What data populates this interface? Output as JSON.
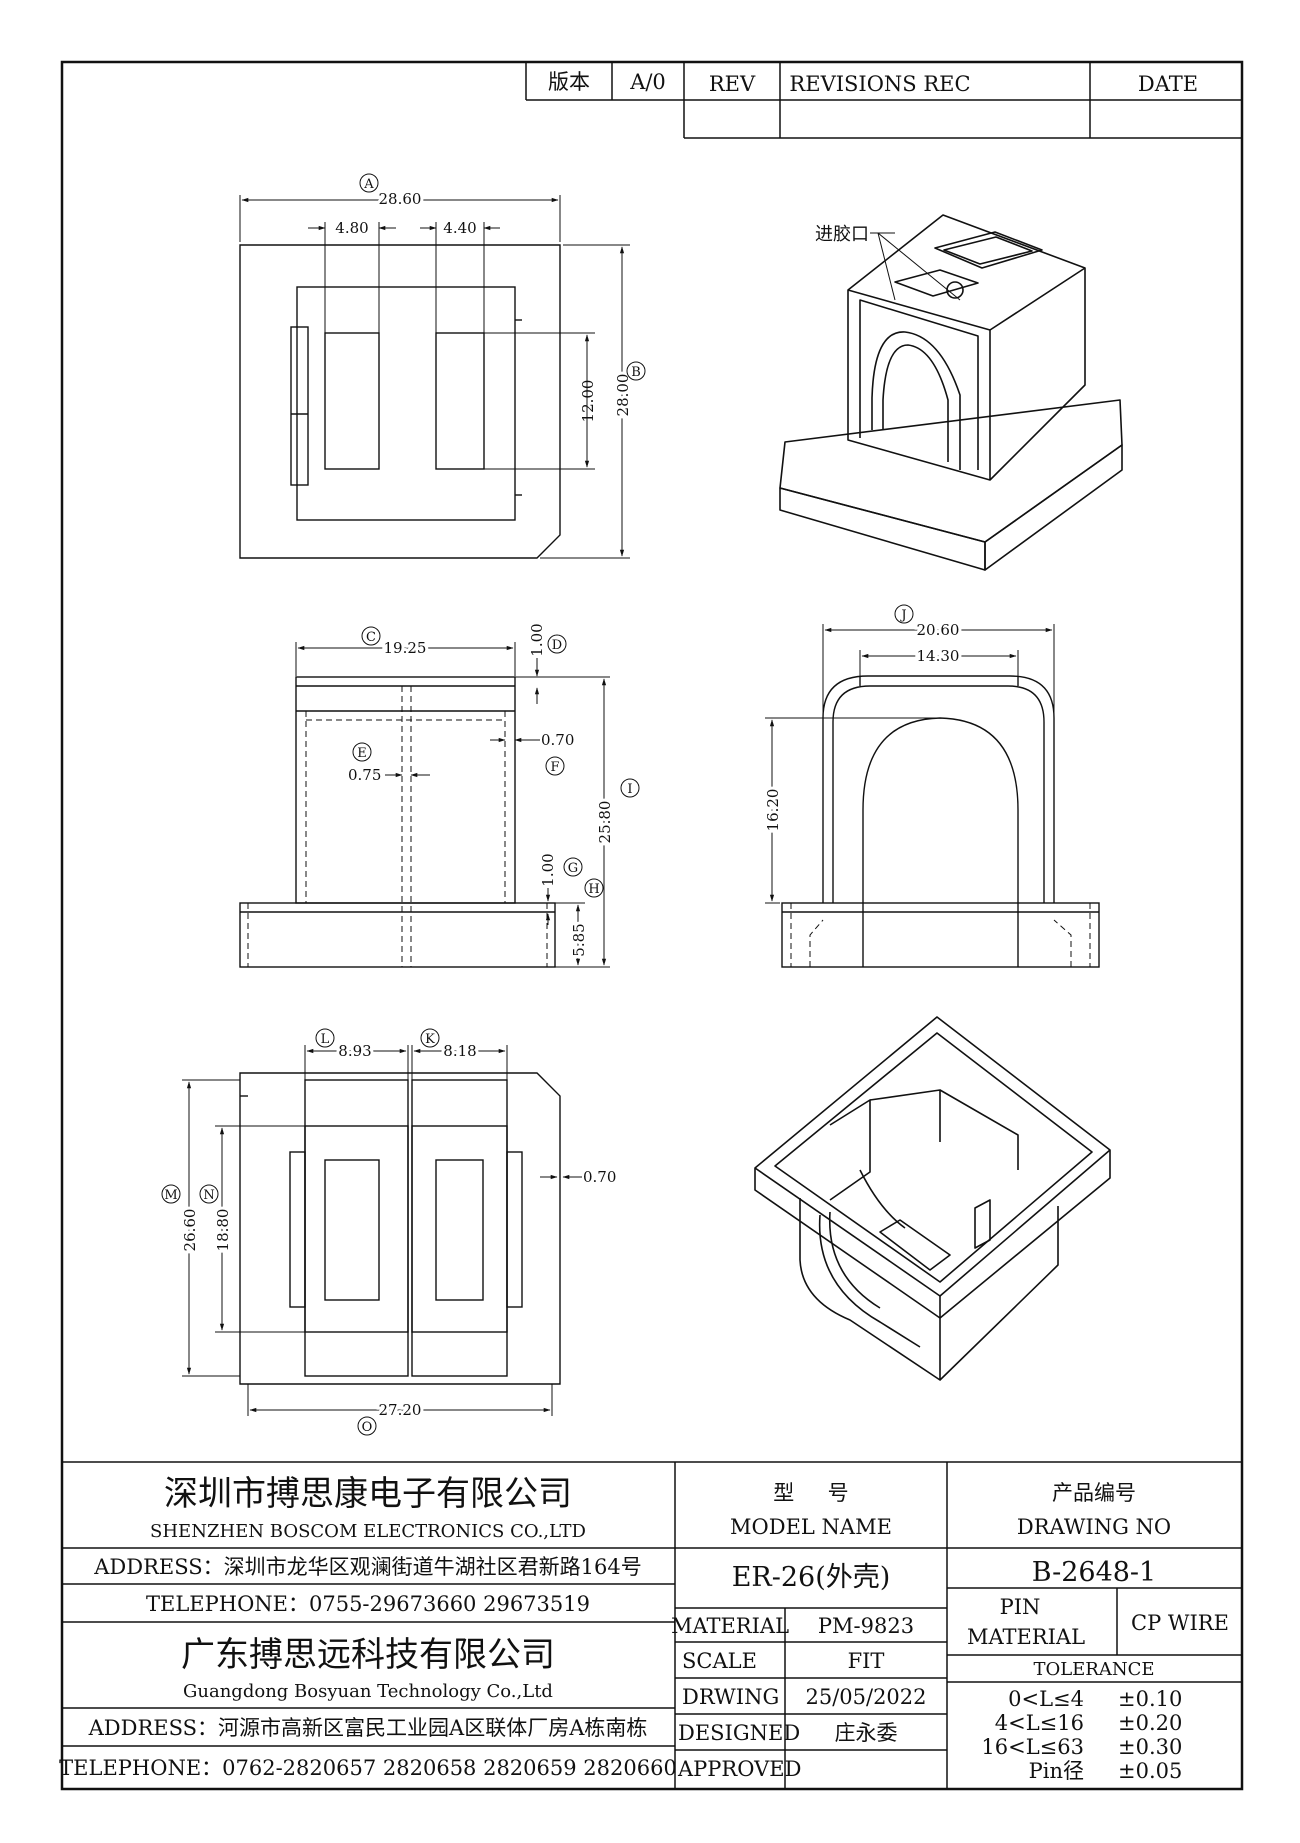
{
  "revision_block": {
    "version_label": "版本",
    "version_value": "A/0",
    "rev_label": "REV",
    "revisions_label": "REVISIONS REC",
    "date_label": "DATE"
  },
  "views": {
    "top": {
      "dims": [
        "28.60",
        "4.80",
        "4.40",
        "12.00",
        "28.00"
      ],
      "labels": [
        "A",
        "B"
      ]
    },
    "iso_top": {
      "gate_label": "进胶口"
    },
    "front": {
      "dims": [
        "19.25",
        "1.00",
        "0.70",
        "0.75",
        "25.80",
        "1.00",
        "5.85"
      ],
      "labels": [
        "C",
        "D",
        "E",
        "F",
        "I",
        "G",
        "H"
      ]
    },
    "side": {
      "dims": [
        "20.60",
        "14.30",
        "16.20"
      ],
      "labels": [
        "J"
      ]
    },
    "bottom": {
      "dims": [
        "8.93",
        "8.18",
        "0.70",
        "26.60",
        "18.80",
        "27.20"
      ],
      "labels": [
        "L",
        "K",
        "M",
        "N",
        "O"
      ]
    }
  },
  "title_block": {
    "company1_cn": "深圳市搏思康电子有限公司",
    "company1_en": "SHENZHEN BOSCOM ELECTRONICS CO.,LTD",
    "address1": "ADDRESS：深圳市龙华区观澜街道牛湖社区君新路164号",
    "telephone1": "TELEPHONE：0755-29673660 29673519",
    "company2_cn": "广东搏思远科技有限公司",
    "company2_en": "Guangdong Bosyuan Technology Co.,Ltd",
    "address2": "ADDRESS：河源市高新区富民工业园A区联体厂房A栋南栋",
    "telephone2": "TELEPHONE：0762-2820657 2820658 2820659 2820660",
    "model_cn": "型     号",
    "model_en": "MODEL NAME",
    "model_value": "ER-26(外壳)",
    "drawing_cn": "产品编号",
    "drawing_en": "DRAWING NO",
    "drawing_value": "B-2648-1",
    "material_label": "MATERIAL",
    "material_value": "PM-9823",
    "scale_label": "SCALE",
    "scale_value": "FIT",
    "drawing_date_label": "DRWING",
    "drawing_date_value": "25/05/2022",
    "designed_label": "DESIGNED",
    "designed_value": "庄永委",
    "approved_label": "APPROVED",
    "approved_value": "",
    "pin_label": "PIN",
    "pin_material_label": "MATERIAL",
    "pin_material_value": "CP WIRE",
    "tolerance_label": "TOLERANCE",
    "tolerances": [
      {
        "range": "0<L≤4",
        "value": "±0.10"
      },
      {
        "range": "4<L≤16",
        "value": "±0.20"
      },
      {
        "range": "16<L≤63",
        "value": "±0.30"
      },
      {
        "range": "Pin径",
        "value": "±0.05"
      }
    ]
  }
}
